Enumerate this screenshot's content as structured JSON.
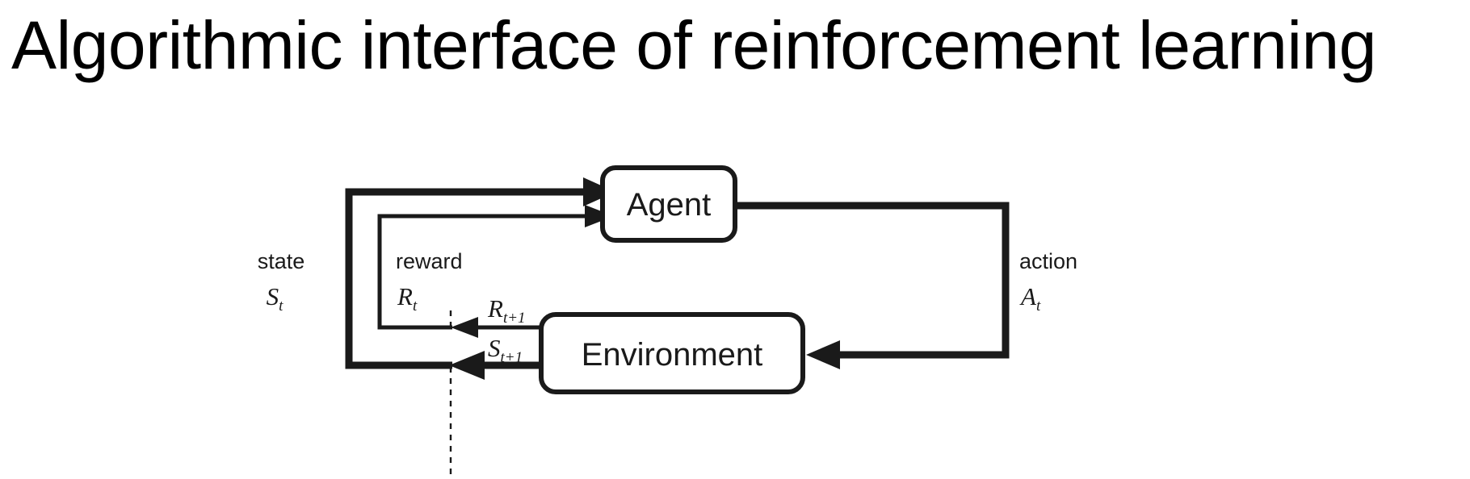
{
  "slide": {
    "title": "Algorithmic interface of reinforcement learning",
    "background_color": "#ffffff",
    "text_color": "#000000"
  },
  "diagram": {
    "name": "agent-environment-interaction-loop",
    "type": "block-flow-diagram",
    "stroke_color": "#1a1a1a",
    "fill_color": "#ffffff",
    "nodes": [
      {
        "id": "agent",
        "label": "Agent"
      },
      {
        "id": "environment",
        "label": "Environment"
      }
    ],
    "edges": [
      {
        "id": "state-edge",
        "from": "environment",
        "to": "agent",
        "label": "state",
        "symbol": "S",
        "subscript": "t",
        "thickness": "thick"
      },
      {
        "id": "reward-edge",
        "from": "environment",
        "to": "agent",
        "label": "reward",
        "symbol": "R",
        "subscript": "t",
        "thickness": "thin"
      },
      {
        "id": "action-edge",
        "from": "agent",
        "to": "environment",
        "label": "action",
        "symbol": "A",
        "subscript": "t",
        "thickness": "thick"
      }
    ],
    "next_step_labels": [
      {
        "id": "reward-next",
        "symbol": "R",
        "subscript": "t+1"
      },
      {
        "id": "state-next",
        "symbol": "S",
        "subscript": "t+1"
      }
    ],
    "time_divider": {
      "id": "time-step-divider",
      "style": "dashed-vertical"
    }
  }
}
